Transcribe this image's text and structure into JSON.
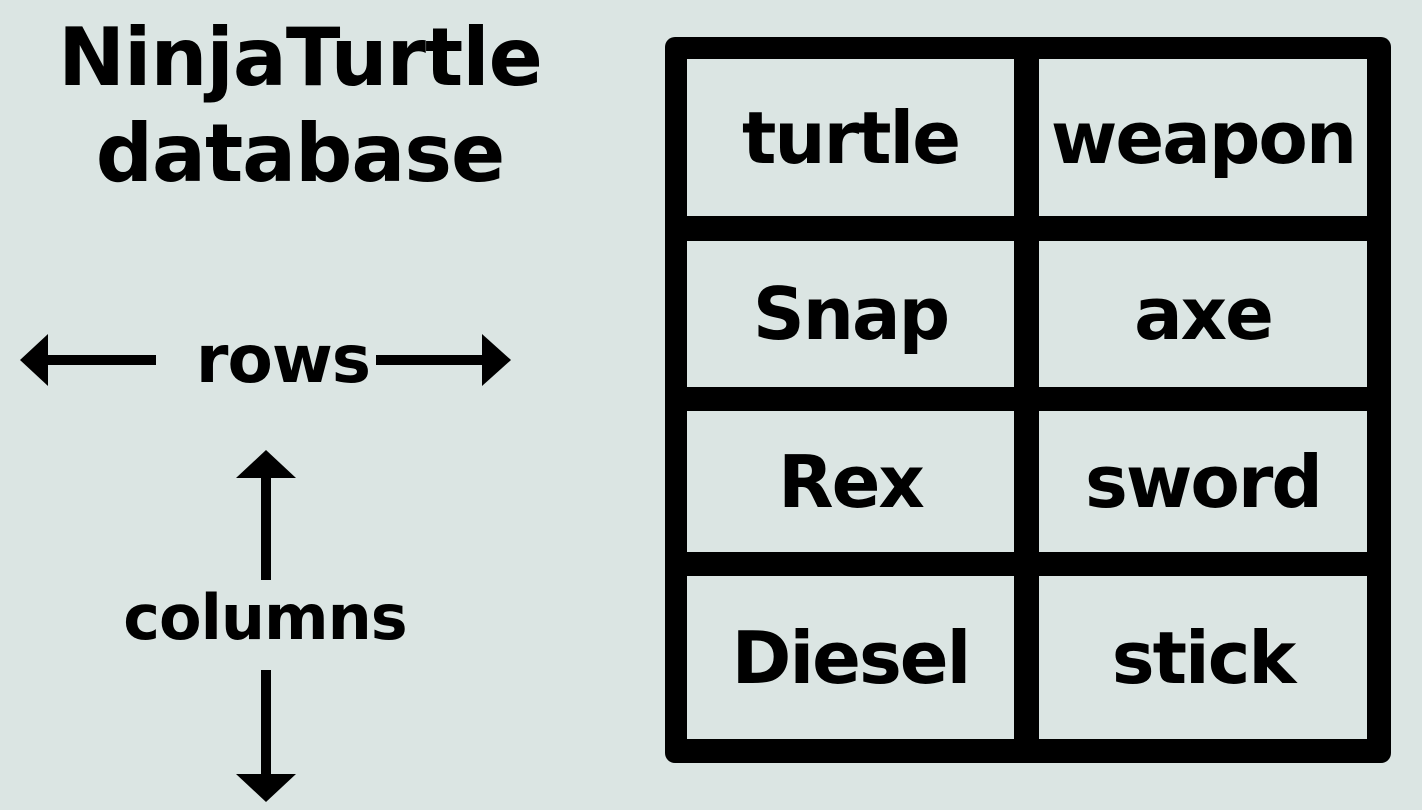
{
  "title": {
    "line1": "NinjaTurtle",
    "line2": "database"
  },
  "labels": {
    "rows": "rows",
    "columns": "columns"
  },
  "table": {
    "rows": [
      [
        "turtle",
        "weapon"
      ],
      [
        "Snap",
        "axe"
      ],
      [
        "Rex",
        "sword"
      ],
      [
        "Diesel",
        "stick"
      ]
    ]
  },
  "colors": {
    "background": "#dbe5e3",
    "ink": "#000000"
  }
}
